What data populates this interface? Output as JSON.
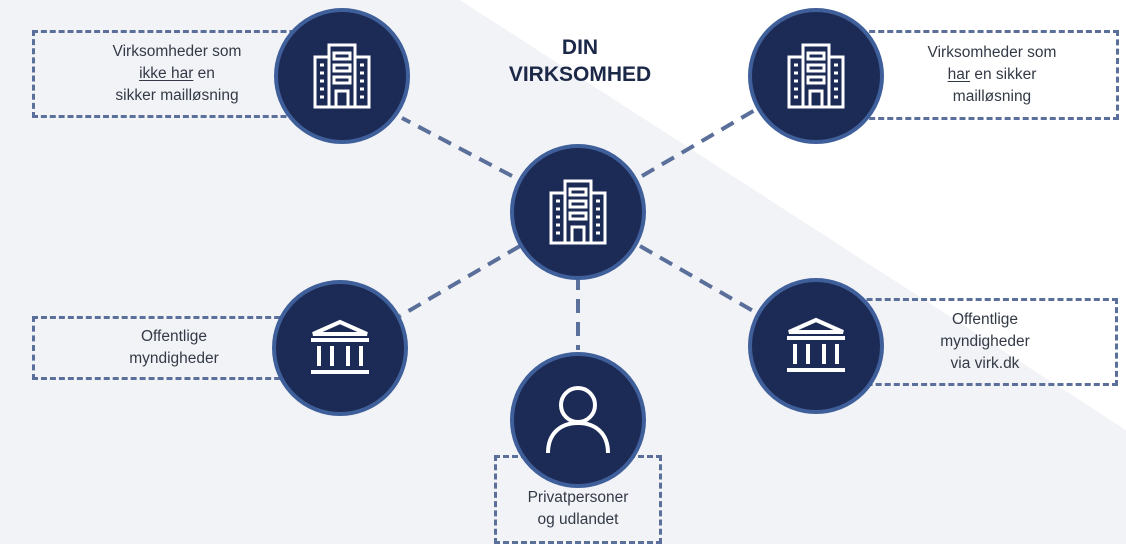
{
  "title": {
    "line1": "DIN",
    "line2": "VIRKSOMHED"
  },
  "colors": {
    "node_fill": "#1c2b55",
    "node_ring": "#3f5f9a",
    "dash": "#5a6f99",
    "background_shape": "#f2f3f7"
  },
  "nodes": {
    "center": {
      "icon": "office-building-icon"
    },
    "top_left": {
      "icon": "office-building-icon",
      "label": {
        "l1": "Virksomheder som",
        "l2_u": "ikke har",
        "l2_rest": " en",
        "l3": "sikker mailløsning"
      }
    },
    "top_right": {
      "icon": "office-building-icon",
      "label": {
        "l1": "Virksomheder som",
        "l2_u": "har",
        "l2_rest": " en sikker",
        "l3": "mailløsning"
      }
    },
    "mid_left": {
      "icon": "government-building-icon",
      "label": {
        "l1": "Offentlige",
        "l2": "myndigheder"
      }
    },
    "mid_right": {
      "icon": "government-building-icon",
      "label": {
        "l1": "Offentlige",
        "l2": "myndigheder",
        "l3": "via virk.dk"
      }
    },
    "bottom": {
      "icon": "person-icon",
      "label": {
        "l1": "Privatpersoner",
        "l2": "og udlandet"
      }
    }
  }
}
